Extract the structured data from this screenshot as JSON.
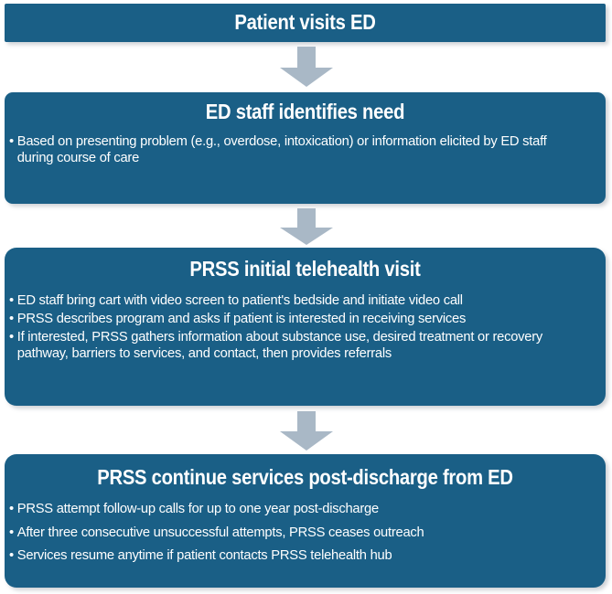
{
  "diagram": {
    "title": "Patient ED PRSS telehealth pathway flowchart",
    "colors": {
      "box_fill": "#1a5f86",
      "box_text": "#ffffff",
      "arrow_fill": "#a9b8c6",
      "background": "#ffffff"
    },
    "nodes": [
      {
        "id": "patient-visits-ed",
        "title": "Patient visits ED",
        "bullets": []
      },
      {
        "id": "ed-staff-identifies-need",
        "title": "ED staff identifies need",
        "bullets": [
          "Based on presenting problem (e.g., overdose, intoxication) or information elicited by ED staff during course of care"
        ]
      },
      {
        "id": "prss-initial-telehealth-visit",
        "title": "PRSS initial telehealth visit",
        "bullets": [
          "ED staff bring cart with video screen to patient's bedside and initiate video call",
          "PRSS describes program and asks if patient is interested in receiving services",
          "If interested, PRSS gathers information about substance use, desired treatment or recovery pathway, barriers to services, and contact, then provides referrals"
        ]
      },
      {
        "id": "prss-continue-services-post-discharge",
        "title": "PRSS continue services post-discharge from ED",
        "bullets": [
          "PRSS attempt follow-up calls for up to one year post-discharge",
          "After three consecutive unsuccessful attempts, PRSS ceases outreach",
          "Services resume anytime if patient contacts PRSS telehealth hub"
        ]
      }
    ],
    "connectors": [
      {
        "id": "arrow-1",
        "from": "patient-visits-ed",
        "to": "ed-staff-identifies-need",
        "shape": "down-arrow"
      },
      {
        "id": "arrow-2",
        "from": "ed-staff-identifies-need",
        "to": "prss-initial-telehealth-visit",
        "shape": "down-arrow"
      },
      {
        "id": "arrow-3",
        "from": "prss-initial-telehealth-visit",
        "to": "prss-continue-services-post-discharge",
        "shape": "down-arrow"
      }
    ],
    "bullet_glyph": "•"
  }
}
